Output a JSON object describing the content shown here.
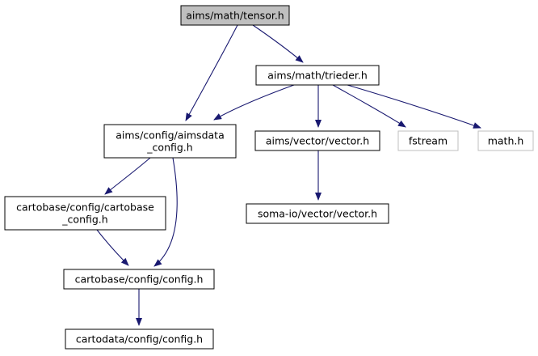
{
  "graph": {
    "colors": {
      "root_fill": "#bfbfbf",
      "node_fill": "#ffffff",
      "node_border": "#000000",
      "external_border": "#bfbfbf",
      "edge": "#191970"
    },
    "nodes": [
      {
        "id": "tensor",
        "lines": [
          "aims/math/tensor.h"
        ],
        "kind": "root"
      },
      {
        "id": "trieder",
        "lines": [
          "aims/math/trieder.h"
        ],
        "kind": "normal"
      },
      {
        "id": "aimsdata_config",
        "lines": [
          "aims/config/aimsdata",
          "_config.h"
        ],
        "kind": "normal"
      },
      {
        "id": "vector_h",
        "lines": [
          "aims/vector/vector.h"
        ],
        "kind": "normal"
      },
      {
        "id": "fstream",
        "lines": [
          "fstream"
        ],
        "kind": "external"
      },
      {
        "id": "math_h",
        "lines": [
          "math.h"
        ],
        "kind": "external"
      },
      {
        "id": "cartobase_config",
        "lines": [
          "cartobase/config/cartobase",
          "_config.h"
        ],
        "kind": "normal"
      },
      {
        "id": "soma_vector",
        "lines": [
          "soma-io/vector/vector.h"
        ],
        "kind": "normal"
      },
      {
        "id": "cartobase_config_h",
        "lines": [
          "cartobase/config/config.h"
        ],
        "kind": "normal"
      },
      {
        "id": "cartodata_config_h",
        "lines": [
          "cartodata/config/config.h"
        ],
        "kind": "normal"
      }
    ],
    "edges": [
      {
        "from": "tensor",
        "to": "trieder"
      },
      {
        "from": "tensor",
        "to": "aimsdata_config"
      },
      {
        "from": "trieder",
        "to": "aimsdata_config"
      },
      {
        "from": "trieder",
        "to": "vector_h"
      },
      {
        "from": "trieder",
        "to": "fstream"
      },
      {
        "from": "trieder",
        "to": "math_h"
      },
      {
        "from": "aimsdata_config",
        "to": "cartobase_config"
      },
      {
        "from": "aimsdata_config",
        "to": "cartobase_config_h"
      },
      {
        "from": "vector_h",
        "to": "soma_vector"
      },
      {
        "from": "cartobase_config",
        "to": "cartobase_config_h"
      },
      {
        "from": "cartobase_config_h",
        "to": "cartodata_config_h"
      }
    ]
  }
}
